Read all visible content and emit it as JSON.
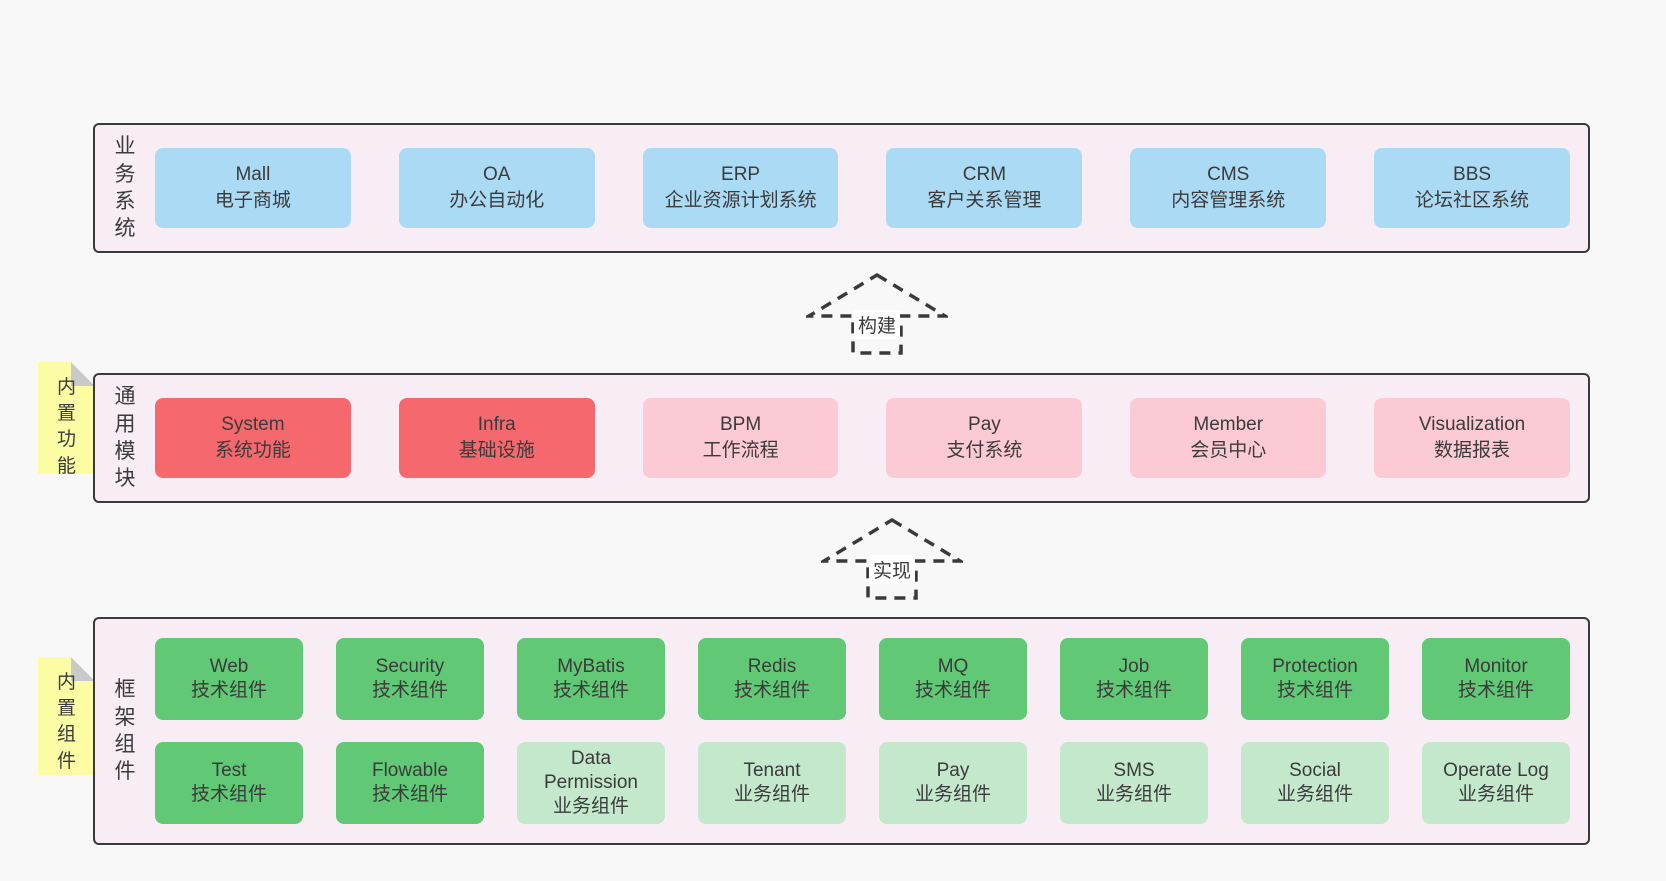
{
  "business_layer": {
    "label": "业务系统",
    "boxes": [
      {
        "name": "Mall",
        "desc": "电子商城"
      },
      {
        "name": "OA",
        "desc": "办公自动化"
      },
      {
        "name": "ERP",
        "desc": "企业资源计划系统"
      },
      {
        "name": "CRM",
        "desc": "客户关系管理"
      },
      {
        "name": "CMS",
        "desc": "内容管理系统"
      },
      {
        "name": "BBS",
        "desc": "论坛社区系统"
      }
    ]
  },
  "module_layer": {
    "label": "通用模块",
    "note": "内置功能",
    "boxes": [
      {
        "name": "System",
        "desc": "系统功能",
        "variant": "red"
      },
      {
        "name": "Infra",
        "desc": "基础设施",
        "variant": "red"
      },
      {
        "name": "BPM",
        "desc": "工作流程",
        "variant": "pink"
      },
      {
        "name": "Pay",
        "desc": "支付系统",
        "variant": "pink"
      },
      {
        "name": "Member",
        "desc": "会员中心",
        "variant": "pink"
      },
      {
        "name": "Visualization",
        "desc": "数据报表",
        "variant": "pink"
      }
    ]
  },
  "framework_layer": {
    "label": "框架组件",
    "note": "内置组件",
    "row1": [
      {
        "name": "Web",
        "desc": "技术组件",
        "variant": "green-dark"
      },
      {
        "name": "Security",
        "desc": "技术组件",
        "variant": "green-dark"
      },
      {
        "name": "MyBatis",
        "desc": "技术组件",
        "variant": "green-dark"
      },
      {
        "name": "Redis",
        "desc": "技术组件",
        "variant": "green-dark"
      },
      {
        "name": "MQ",
        "desc": "技术组件",
        "variant": "green-dark"
      },
      {
        "name": "Job",
        "desc": "技术组件",
        "variant": "green-dark"
      },
      {
        "name": "Protection",
        "desc": "技术组件",
        "variant": "green-dark"
      },
      {
        "name": "Monitor",
        "desc": "技术组件",
        "variant": "green-dark"
      }
    ],
    "row2": [
      {
        "name": "Test",
        "desc": "技术组件",
        "variant": "green-dark"
      },
      {
        "name": "Flowable",
        "desc": "技术组件",
        "variant": "green-dark"
      },
      {
        "name": "Data Permission",
        "desc": "业务组件",
        "variant": "green-light"
      },
      {
        "name": "Tenant",
        "desc": "业务组件",
        "variant": "green-light"
      },
      {
        "name": "Pay",
        "desc": "业务组件",
        "variant": "green-light"
      },
      {
        "name": "SMS",
        "desc": "业务组件",
        "variant": "green-light"
      },
      {
        "name": "Social",
        "desc": "业务组件",
        "variant": "green-light"
      },
      {
        "name": "Operate Log",
        "desc": "业务组件",
        "variant": "green-light"
      }
    ]
  },
  "arrows": {
    "build": "构建",
    "implement": "实现"
  },
  "colors": {
    "page_bg": "#f8f8f8",
    "layer_bg": "#f8ecf5",
    "border": "#3a3a3a",
    "blue": "#abdaf5",
    "red": "#f5696e",
    "pink": "#fccad4",
    "green_dark": "#61c875",
    "green_light": "#c4e8cc",
    "note_yellow": "#fcfca5",
    "note_fold_gray": "#c9c9c9"
  }
}
